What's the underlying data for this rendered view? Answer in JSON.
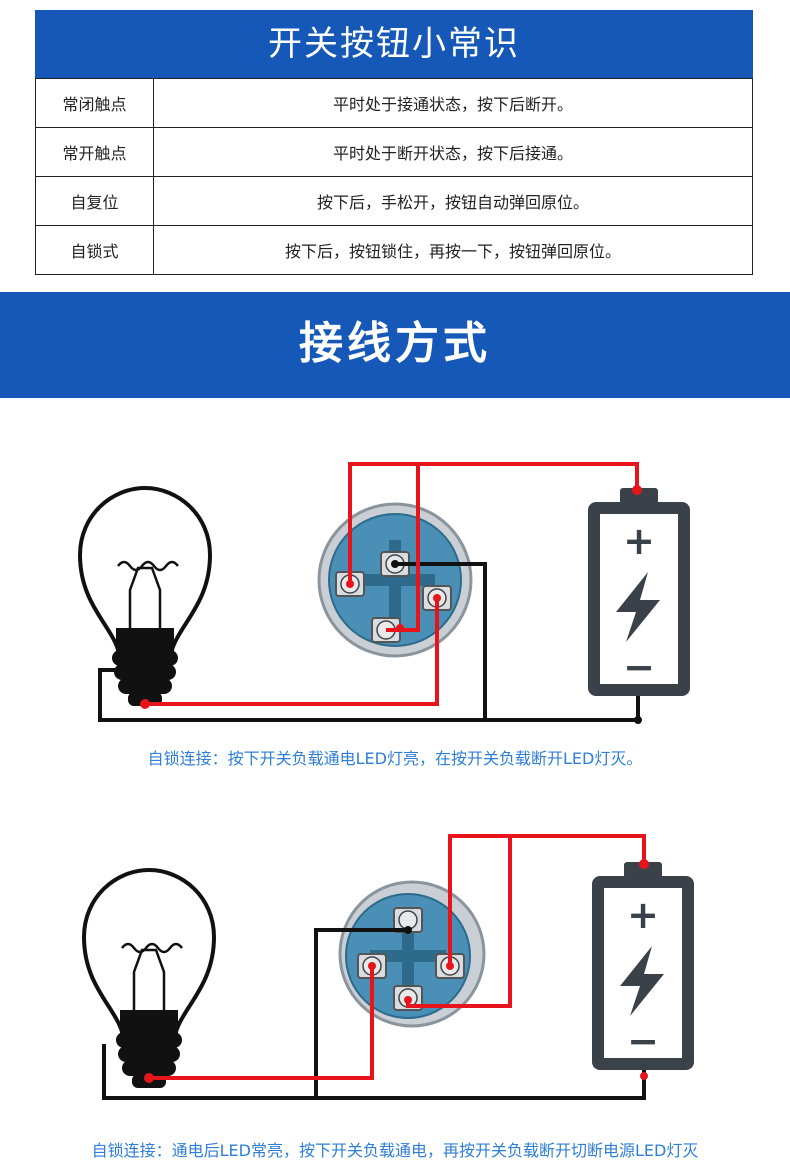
{
  "title": "开关按钮小常识",
  "table": {
    "rows": [
      {
        "term": "常闭触点",
        "desc": "平时处于接通状态，按下后断开。"
      },
      {
        "term": "常开触点",
        "desc": "平时处于断开状态，按下后接通。"
      },
      {
        "term": "自复位",
        "desc": "按下后，手松开，按钮自动弹回原位。"
      },
      {
        "term": "自锁式",
        "desc": "按下后，按钮锁住，再按一下，按钮弹回原位。"
      }
    ]
  },
  "section_title": "接线方式",
  "diagrams": [
    {
      "caption": "自锁连接：按下开关负载通电LED灯亮，在按开关负载断开LED灯灭。"
    },
    {
      "caption": "自锁连接：通电后LED常亮，按下开关负载通电，再按开关负载断开切断电源LED灯灭"
    }
  ],
  "battery": {
    "plus": "+",
    "minus": "−"
  },
  "colors": {
    "brand_blue": "#1558b7",
    "wire_red": "#e8141c",
    "wire_black": "#111111",
    "battery_gray": "#3a4148",
    "button_teal": "#4a8fb5",
    "caption_blue": "#2f7fd6"
  }
}
